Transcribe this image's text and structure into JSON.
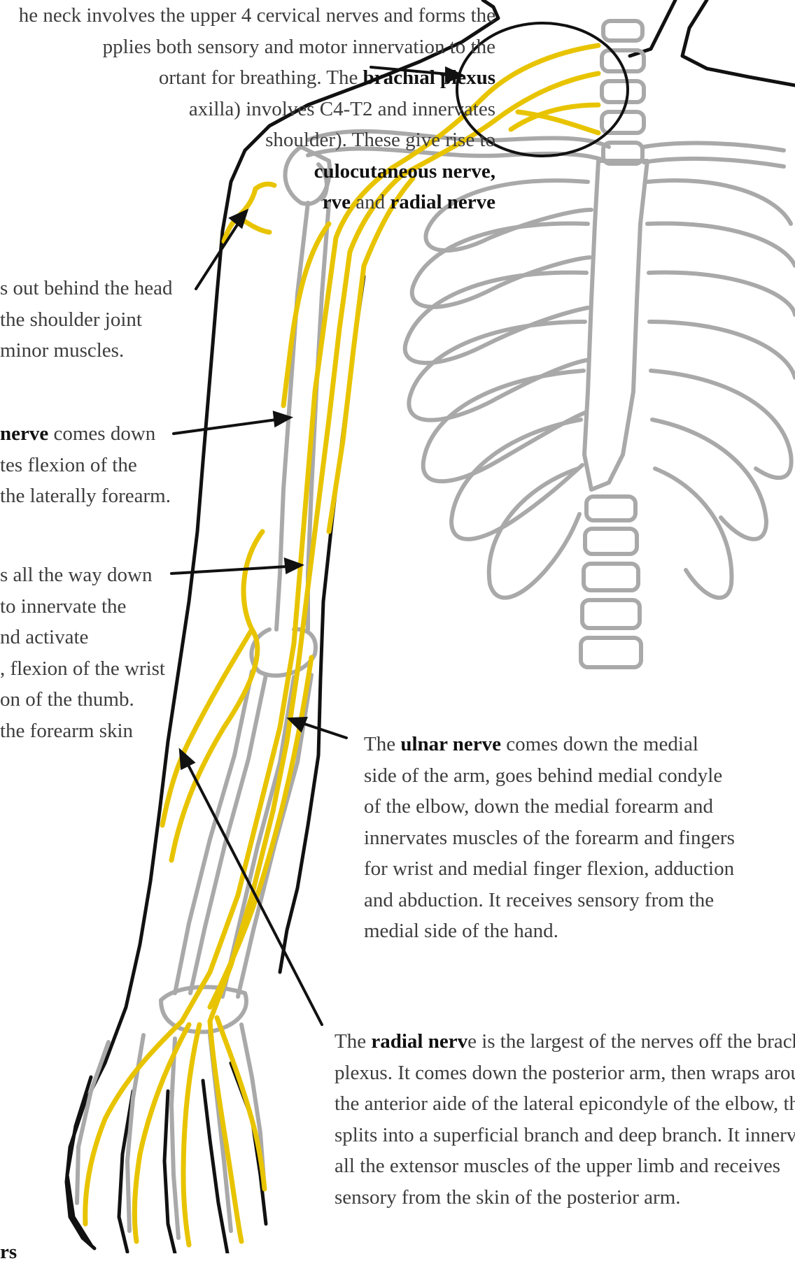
{
  "colors": {
    "nerve": "#e8c400",
    "bone": "#a9a9a9",
    "outline": "#111111",
    "text": "#3d3d3d"
  },
  "cervical_text": {
    "line1": "he neck involves the upper 4 cervical nerves and forms the",
    "line2": "pplies both sensory and motor innervation to the",
    "line3_a": "ortant for breathing. The ",
    "line3_bold": "brachial plexus",
    "line4": "axilla) involves C4-T2 and innervates",
    "line5": "shoulder). These give rise to",
    "line6_bold": "culocutaneous nerve,",
    "line7_bold_a": "rve",
    "line7_mid": " and ",
    "line7_bold_b": "radial nerve"
  },
  "axillary_text": {
    "line1": "s out behind the head",
    "line2": "the shoulder joint",
    "line3": "minor muscles."
  },
  "musculocutaneous_text": {
    "line1_bold": "nerve",
    "line1_rest": " comes down",
    "line2": "tes flexion of the",
    "line3": "the laterally forearm."
  },
  "median_text": {
    "line1": "s all the way down",
    "line2": "to innervate the",
    "line3": "nd activate",
    "line4": ", flexion of the wrist",
    "line5": "on of the thumb.",
    "line6": "the forearm skin"
  },
  "ulnar_text": {
    "line1_a": "The ",
    "line1_bold": "ulnar nerve",
    "line1_rest": " comes down the medial",
    "line2": "side of the arm, goes behind medial condyle",
    "line3": "of the elbow, down the medial forearm and",
    "line4": "innervates muscles of the forearm and fingers",
    "line5": "for wrist and medial finger flexion, adduction",
    "line6": "and abduction. It receives sensory from the",
    "line7": "medial side of the hand."
  },
  "radial_text": {
    "line1_a": "The ",
    "line1_bold": "radial nerv",
    "line1_rest": "e is the largest of the nerves off the brachial",
    "line2": "plexus. It comes down the posterior arm, then wraps around",
    "line3": "the anterior aide of the lateral epicondyle of the elbow, then",
    "line4": "splits into a superficial branch and deep branch. It innervates",
    "line5": "all the extensor muscles of the upper limb and receives",
    "line6": "sensory from the skin of the posterior arm."
  },
  "bottom_fragment": "rs"
}
